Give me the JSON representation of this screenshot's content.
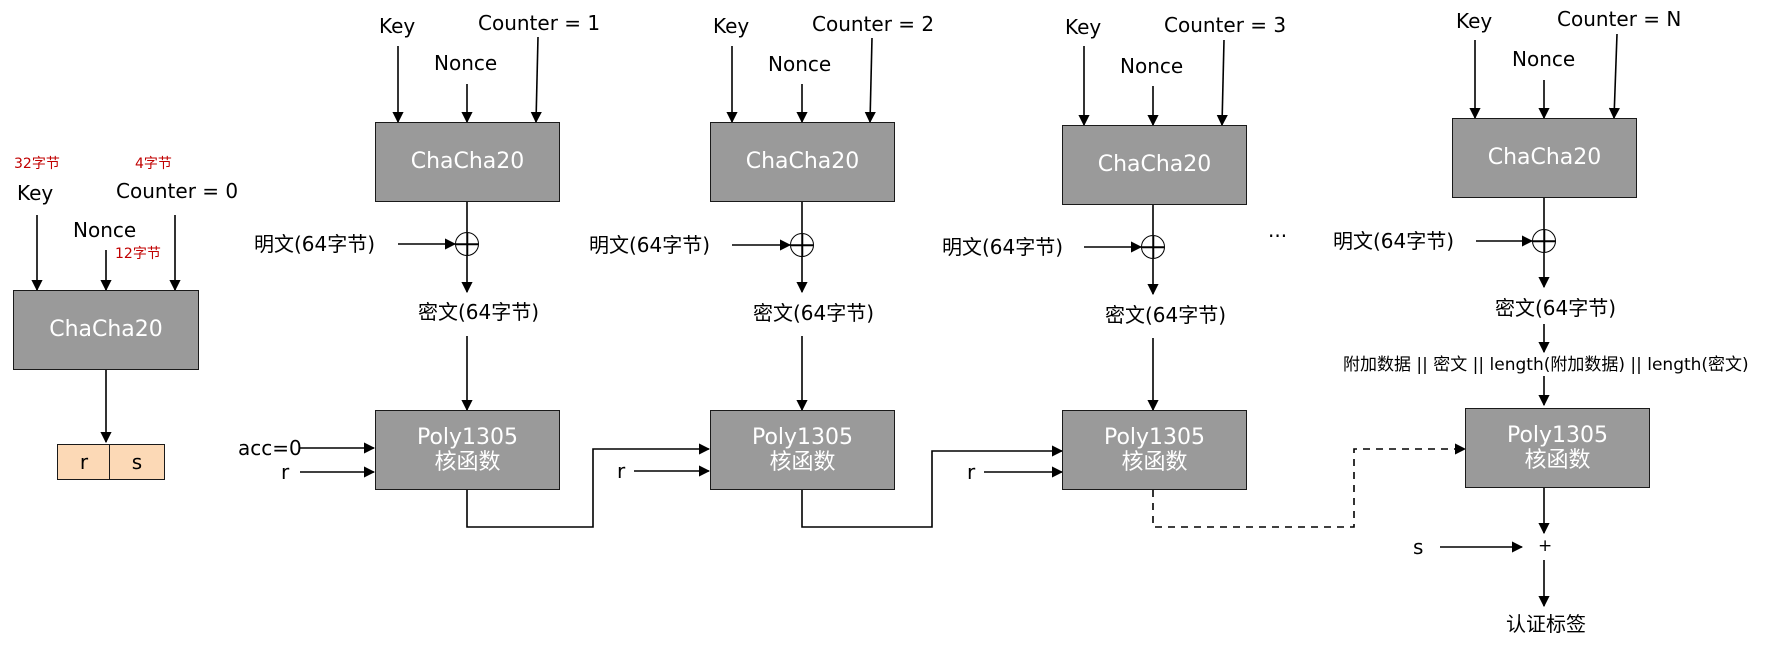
{
  "init": {
    "key": "Key",
    "key_note": "32字节",
    "nonce": "Nonce",
    "nonce_note": "12字节",
    "counter": "Counter = 0",
    "counter_note": "4字节",
    "cipher": "ChaCha20",
    "r": "r",
    "s": "s"
  },
  "blocks": [
    {
      "key": "Key",
      "nonce": "Nonce",
      "counter": "Counter = 1",
      "cipher": "ChaCha20",
      "plaintext": "明文(64字节)",
      "ciphertext": "密文(64字节)",
      "poly_line1": "Poly1305",
      "poly_line2": "核函数"
    },
    {
      "key": "Key",
      "nonce": "Nonce",
      "counter": "Counter = 2",
      "cipher": "ChaCha20",
      "plaintext": "明文(64字节)",
      "ciphertext": "密文(64字节)",
      "poly_line1": "Poly1305",
      "poly_line2": "核函数"
    },
    {
      "key": "Key",
      "nonce": "Nonce",
      "counter": "Counter = 3",
      "cipher": "ChaCha20",
      "plaintext": "明文(64字节)",
      "ciphertext": "密文(64字节)",
      "poly_line1": "Poly1305",
      "poly_line2": "核函数"
    },
    {
      "key": "Key",
      "nonce": "Nonce",
      "counter": "Counter = N",
      "cipher": "ChaCha20",
      "plaintext": "明文(64字节)",
      "ciphertext": "密文(64字节)",
      "poly_line1": "Poly1305",
      "poly_line2": "核函数"
    }
  ],
  "acc_input": "acc=0",
  "r_input": "r",
  "ellipsis": "···",
  "concat": "附加数据 || 密文 || length(附加数据) || length(密文)",
  "s_input": "s",
  "plus": "+",
  "tag": "认证标签"
}
